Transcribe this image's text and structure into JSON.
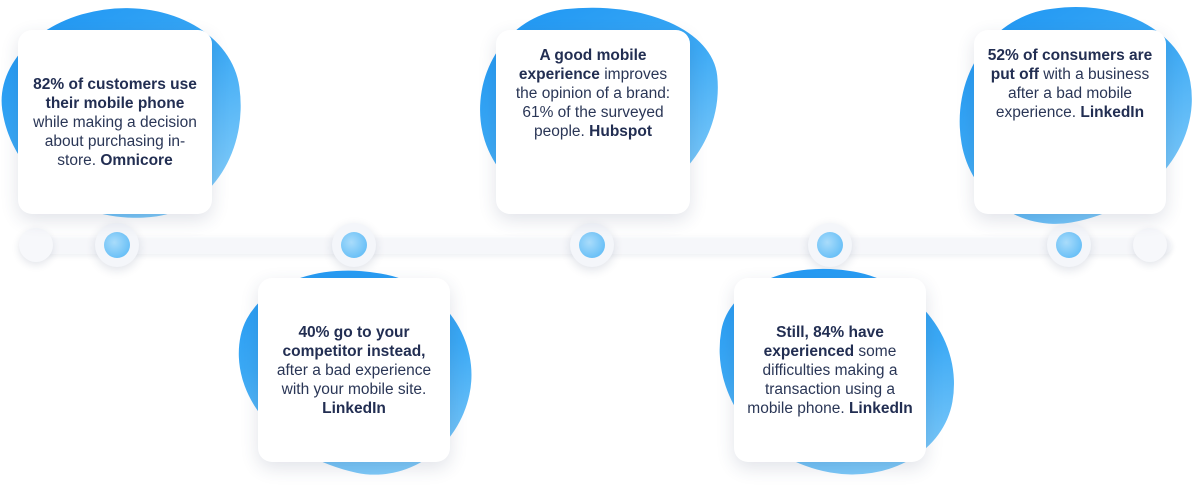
{
  "cards": [
    {
      "bold_start": "82% of customers use their mobile phone",
      "middle": " while making a decision about purchasing in-store. ",
      "source": "Omnicore"
    },
    {
      "bold_start": "40% go to your competitor instead,",
      "middle": " after a bad experience with your mobile site. ",
      "source": "LinkedIn"
    },
    {
      "bold_start": "A good mobile experience",
      "middle": " improves the opinion of a brand: 61% of the surveyed people. ",
      "source": "Hubspot"
    },
    {
      "bold_start": "Still, 84% have experienced",
      "middle": " some difficulties making a transaction using a mobile phone. ",
      "source": "LinkedIn"
    },
    {
      "bold_start": "52% of consumers are put off",
      "middle": " with a business after a bad mobile experience. ",
      "source": "LinkedIn"
    }
  ],
  "colors": {
    "blob_dark": "#1e96f3",
    "blob_light": "#8fd2fa",
    "node_fill": "#6cc1f7",
    "text": "#2a3656"
  }
}
